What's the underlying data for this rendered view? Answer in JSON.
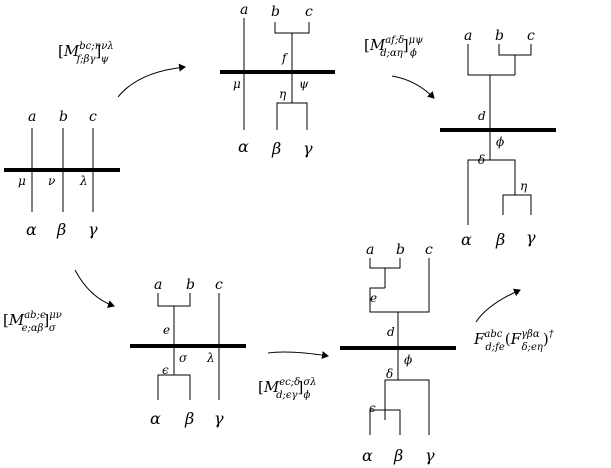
{
  "diagrams": [
    {
      "top": [
        "a",
        "b",
        "c"
      ],
      "middle": [
        "μ",
        "ν",
        "λ"
      ],
      "bottom": [
        "α",
        "β",
        "γ"
      ]
    },
    {
      "top": [
        "a",
        "b",
        "c"
      ],
      "upper_node": "f",
      "middle": [
        "μ",
        "ψ"
      ],
      "lower_node": "η",
      "bottom": [
        "α",
        "β",
        "γ"
      ]
    },
    {
      "top": [
        "a",
        "b",
        "c"
      ],
      "upper_node": "d",
      "middle": [
        "ϕ"
      ],
      "lower_node": "δ",
      "inner_node": "η",
      "bottom": [
        "α",
        "β",
        "γ"
      ]
    },
    {
      "top": [
        "a",
        "b",
        "c"
      ],
      "upper_node": "e",
      "middle": [
        "σ",
        "λ"
      ],
      "lower_node": "ϵ",
      "bottom": [
        "α",
        "β",
        "γ"
      ]
    },
    {
      "top": [
        "a",
        "b",
        "c"
      ],
      "upper_node": "e",
      "center_upper": "d",
      "middle": [
        "ϕ"
      ],
      "center_lower": "δ",
      "lower_node": "ϵ",
      "bottom": [
        "α",
        "β",
        "γ"
      ]
    }
  ],
  "operators": {
    "op1": {
      "open": "[",
      "base": "M",
      "sup": "bc;η",
      "sub": "f;βγ",
      "close": "]",
      "sup2": "νλ",
      "sub2": "ψ"
    },
    "op2": {
      "open": "[",
      "base": "M",
      "sup": "af;δ",
      "sub": "d;αη",
      "close": "]",
      "sup2": "μψ",
      "sub2": "ϕ"
    },
    "op3": {
      "open": "[",
      "base": "M",
      "sup": "ab;ϵ",
      "sub": "e;αβ",
      "close": "]",
      "sup2": "μν",
      "sub2": "σ"
    },
    "op4": {
      "open": "[",
      "base": "M",
      "sup": "ec;δ",
      "sub": "d;ϵγ",
      "close": "]",
      "sup2": "σλ",
      "sub2": "ϕ"
    },
    "op5": {
      "base": "F",
      "sup": "abc",
      "sub": "d;fe",
      "open": "(",
      "base2": "F",
      "sup2": "γβα",
      "sub2": "δ;eη",
      "close": ")",
      "dagger": "†"
    }
  }
}
